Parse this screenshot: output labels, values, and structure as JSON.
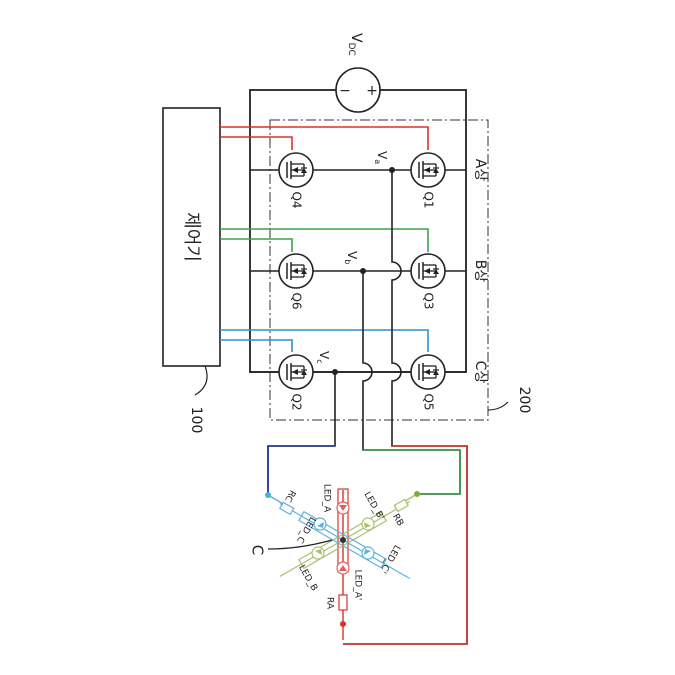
{
  "supply": {
    "label": "V",
    "sub": "DC",
    "minus": "−",
    "plus": "+"
  },
  "controller": {
    "label": "제어기",
    "ref": "100"
  },
  "bridge_ref": "200",
  "transistors": [
    "Q4",
    "Q1",
    "Q6",
    "Q3",
    "Q2",
    "Q5"
  ],
  "nodes": [
    {
      "label": "V",
      "sub": "a"
    },
    {
      "label": "V",
      "sub": "b"
    },
    {
      "label": "V",
      "sub": "c"
    }
  ],
  "phases": [
    "A상",
    "B상",
    "C상"
  ],
  "led_module": {
    "label": "C",
    "resistors": [
      "RA",
      "RB",
      "RC"
    ],
    "leds": [
      "LED_A",
      "LED_A'",
      "LED_B",
      "LED_B'",
      "LED_C",
      "LED_C'"
    ]
  },
  "colors": {
    "phase_a": "#d9342b",
    "phase_b": "#3aa34a",
    "phase_c": "#2f8fd0",
    "node_c_wire": "#1e3a9e",
    "led_a": "#e06060",
    "led_b": "#a8c070",
    "led_c": "#60b0e0"
  }
}
